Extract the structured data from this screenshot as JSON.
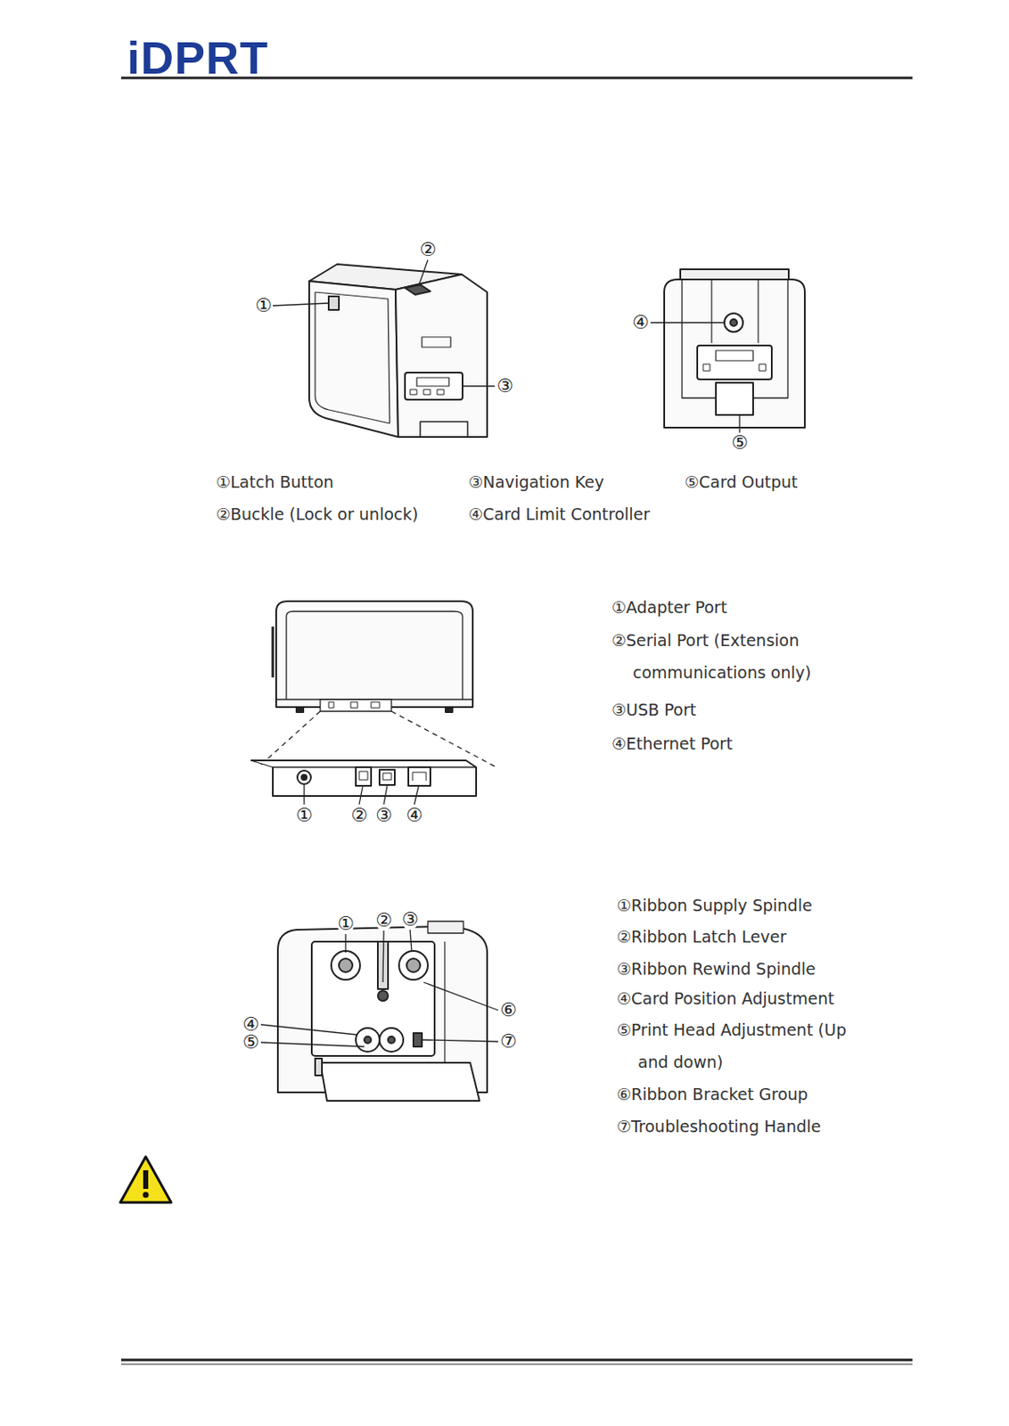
{
  "diagram": {
    "labels": [
      "iDPRT",
      "①",
      "②",
      "③",
      "④",
      "⑤",
      "①Latch  Button",
      "③Navigation Key",
      "⑤Card Output",
      "②Buckle (Lock or unlock)",
      "④Card Limit Controller",
      "①Adapter Port",
      "②Serial Port (Extension communications only)",
      "③USB Port",
      "④Ethernet Port",
      "①",
      "②",
      "③",
      "④",
      "①",
      "②",
      "③",
      "④",
      "⑤",
      "⑥",
      "⑦",
      "①Ribbon Supply Spindle",
      "②Ribbon Latch Lever",
      "③Ribbon Rewind Spindle",
      "④Card Position Adjustment",
      "⑤Print Head Adjustment (Up and down)",
      "⑥Ribbon Bracket Group",
      "⑦Troubleshooting Handle"
    ]
  }
}
